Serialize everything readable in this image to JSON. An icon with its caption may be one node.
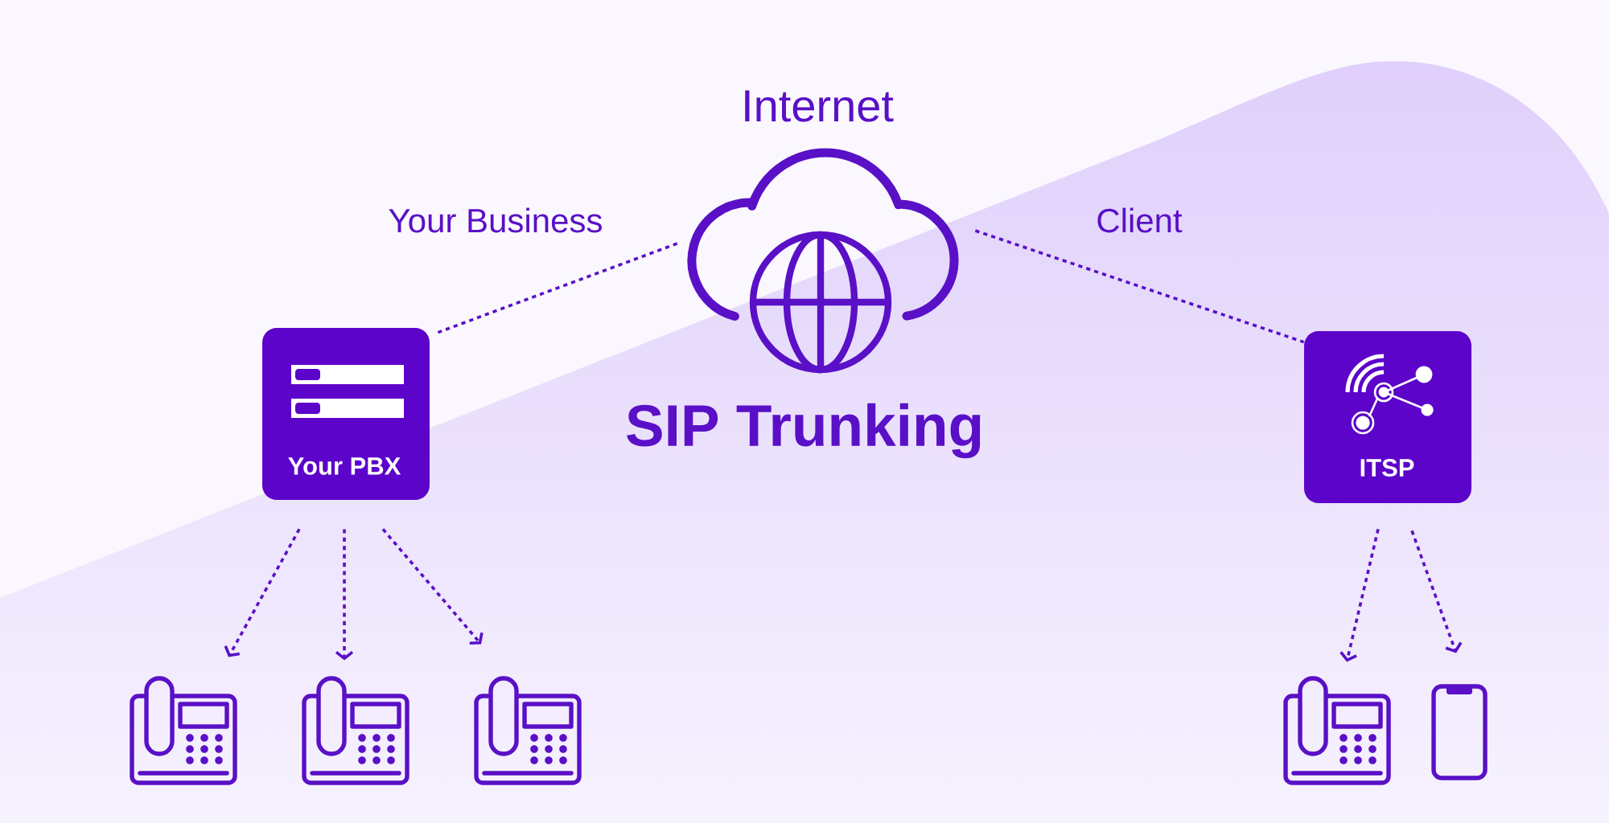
{
  "diagram": {
    "title": "SIP Trunking",
    "nodes": [
      {
        "text": [
          "Internet"
        ]
      },
      {
        "text": [
          "Your PBX"
        ]
      },
      {
        "text": [
          "ITSP"
        ]
      },
      {
        "text": [],
        "shape": "picture"
      },
      {
        "text": [],
        "shape": "picture"
      },
      {
        "text": [],
        "shape": "picture"
      },
      {
        "text": [],
        "shape": "picture"
      },
      {
        "text": [],
        "shape": "picture"
      }
    ],
    "edges": [
      {
        "from": 0,
        "to": 1,
        "arrow": "none",
        "label": "Your Business",
        "style": "dashed"
      },
      {
        "from": 0,
        "to": 2,
        "arrow": "none",
        "label": "Client",
        "style": "dashed"
      },
      {
        "from": 1,
        "to": 3,
        "arrow": "to",
        "style": "dashed"
      },
      {
        "from": 1,
        "to": 4,
        "arrow": "to",
        "style": "dashed"
      },
      {
        "from": 1,
        "to": 5,
        "arrow": "to",
        "style": "dashed"
      },
      {
        "from": 2,
        "to": 6,
        "arrow": "to",
        "style": "dashed"
      },
      {
        "from": 2,
        "to": 7,
        "arrow": "to",
        "style": "dashed"
      }
    ]
  }
}
